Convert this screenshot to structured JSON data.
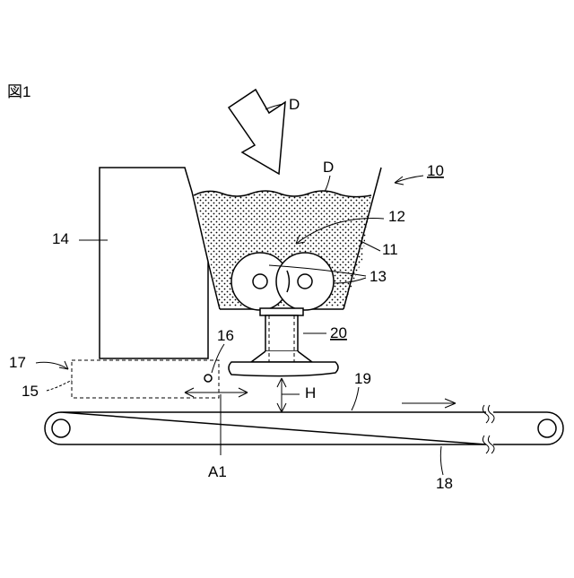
{
  "figure": {
    "title": "図1"
  },
  "labels": {
    "arrow_d": "D",
    "d": "D",
    "ten": "10",
    "twelve": "12",
    "eleven": "11",
    "thirteen": "13",
    "fourteen": "14",
    "twenty": "20",
    "sixteen": "16",
    "seventeen": "17",
    "fifteen": "15",
    "h": "H",
    "nineteen": "19",
    "a1": "A1",
    "eighteen": "18"
  }
}
